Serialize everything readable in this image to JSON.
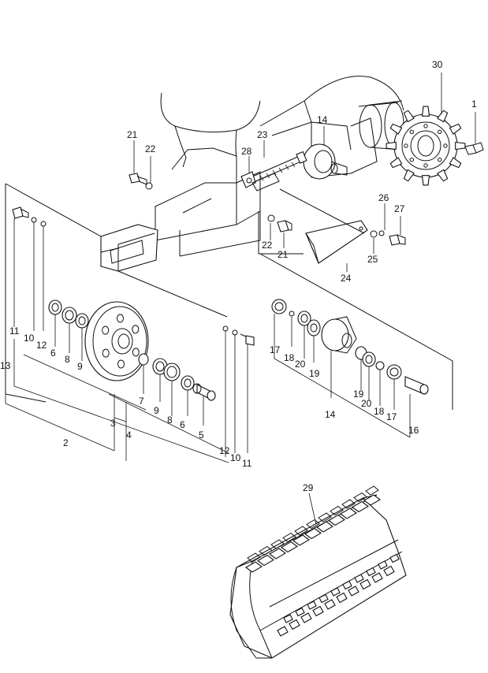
{
  "diagram": {
    "callouts": [
      {
        "id": "c30",
        "text": "30"
      },
      {
        "id": "c1",
        "text": "1"
      },
      {
        "id": "c14a",
        "text": "14"
      },
      {
        "id": "c21a",
        "text": "21"
      },
      {
        "id": "c22a",
        "text": "22"
      },
      {
        "id": "c23",
        "text": "23"
      },
      {
        "id": "c28",
        "text": "28"
      },
      {
        "id": "c26",
        "text": "26"
      },
      {
        "id": "c27",
        "text": "27"
      },
      {
        "id": "c22b",
        "text": "22"
      },
      {
        "id": "c21b",
        "text": "21"
      },
      {
        "id": "c25",
        "text": "25"
      },
      {
        "id": "c24",
        "text": "24"
      },
      {
        "id": "c13",
        "text": "13"
      },
      {
        "id": "c11a",
        "text": "11"
      },
      {
        "id": "c10a",
        "text": "10"
      },
      {
        "id": "c12a",
        "text": "12"
      },
      {
        "id": "c6a",
        "text": "6"
      },
      {
        "id": "c8a",
        "text": "8"
      },
      {
        "id": "c9a",
        "text": "9"
      },
      {
        "id": "c7",
        "text": "7"
      },
      {
        "id": "c9b",
        "text": "9"
      },
      {
        "id": "c8b",
        "text": "8"
      },
      {
        "id": "c6b",
        "text": "6"
      },
      {
        "id": "c5",
        "text": "5"
      },
      {
        "id": "c3",
        "text": "3"
      },
      {
        "id": "c4",
        "text": "4"
      },
      {
        "id": "c2",
        "text": "2"
      },
      {
        "id": "c12b",
        "text": "12"
      },
      {
        "id": "c10b",
        "text": "10"
      },
      {
        "id": "c11b",
        "text": "11"
      },
      {
        "id": "c17a",
        "text": "17"
      },
      {
        "id": "c18a",
        "text": "18"
      },
      {
        "id": "c20a",
        "text": "20"
      },
      {
        "id": "c19a",
        "text": "19"
      },
      {
        "id": "c14b",
        "text": "14"
      },
      {
        "id": "c19b",
        "text": "19"
      },
      {
        "id": "c20b",
        "text": "20"
      },
      {
        "id": "c18b",
        "text": "18"
      },
      {
        "id": "c17b",
        "text": "17"
      },
      {
        "id": "c16",
        "text": "16"
      },
      {
        "id": "c29",
        "text": "29"
      }
    ]
  }
}
